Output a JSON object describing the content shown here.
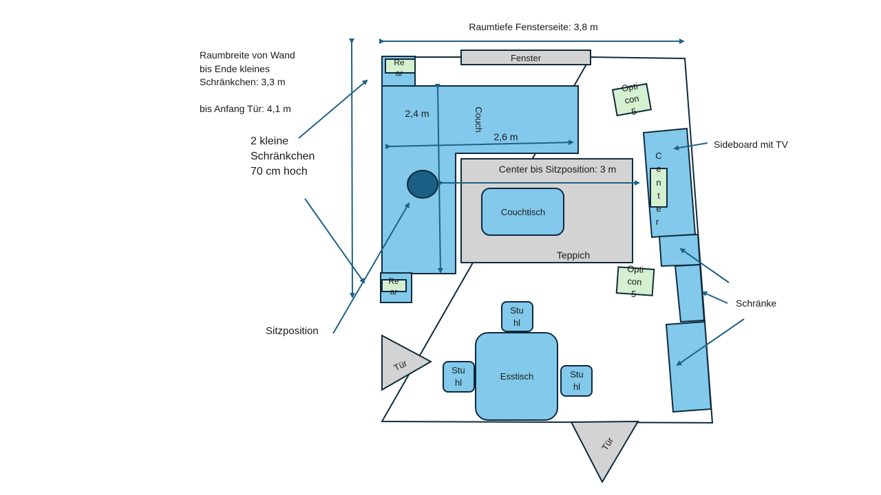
{
  "title": "Raumplan Wohnzimmer – Lautsprecheraufstellung",
  "colors": {
    "furniture": "#83c9eb",
    "speaker": "#d4f0d0",
    "neutral": "#d3d3d3",
    "outline": "#0e2a3d",
    "arrow": "#1e6185",
    "listener": "#1b5f84"
  },
  "annotations": {
    "room_depth_window_side": "Raumtiefe Fensterseite: 3,8 m",
    "room_width": {
      "line1": "Raumbreite von Wand",
      "line2": "bis Ende kleines",
      "line3": "Schränkchen: 3,3  m",
      "line4": "bis Anfang Tür: 4,1 m"
    },
    "small_cabinets": {
      "line1": "2 kleine",
      "line2": "Schränkchen",
      "line3": "70 cm hoch"
    },
    "seating_position": "Sitzposition",
    "sideboard": "Sideboard mit TV",
    "cabinets": "Schränke",
    "center_to_seat": "Center bis Sitzposition: 3 m",
    "couch_length": "2,4 m",
    "couch_width": "2,6 m"
  },
  "items": {
    "window": "Fenster",
    "couch": "Couch",
    "coffee_table": "Couchtisch",
    "rug": "Teppich",
    "dining_table": "Esstisch",
    "chair": "Stu\nhl",
    "door": "Tür",
    "rear_speaker": "Re\nar",
    "front_speaker": "Opti\ncon\n5",
    "center_speaker": "Center"
  }
}
